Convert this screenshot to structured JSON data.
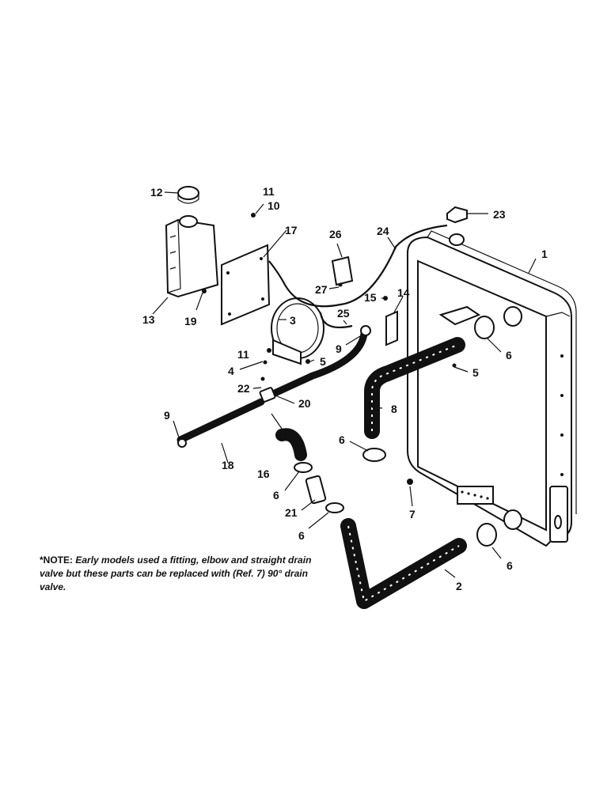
{
  "note": {
    "heading": "*NOTE:",
    "text": "Early models used a fitting, elbow and straight drain valve but these parts can be replaced with (Ref. 7) 90° drain valve."
  },
  "callouts": {
    "c1": "1",
    "c2": "2",
    "c3": "3",
    "c4": "4",
    "c5a": "5",
    "c5b": "5",
    "c6a": "6",
    "c6b": "6",
    "c6c": "6",
    "c6d": "6",
    "c6e": "6",
    "c7": "7",
    "c8": "8",
    "c9a": "9",
    "c9b": "9",
    "c10": "10",
    "c11a": "11",
    "c11b": "11",
    "c12": "12",
    "c13": "13",
    "c14": "14",
    "c15": "15",
    "c16": "16",
    "c17": "17",
    "c18": "18",
    "c19": "19",
    "c20": "20",
    "c21": "21",
    "c22": "22",
    "c23": "23",
    "c24": "24",
    "c25": "25",
    "c26": "26",
    "c27": "27"
  }
}
